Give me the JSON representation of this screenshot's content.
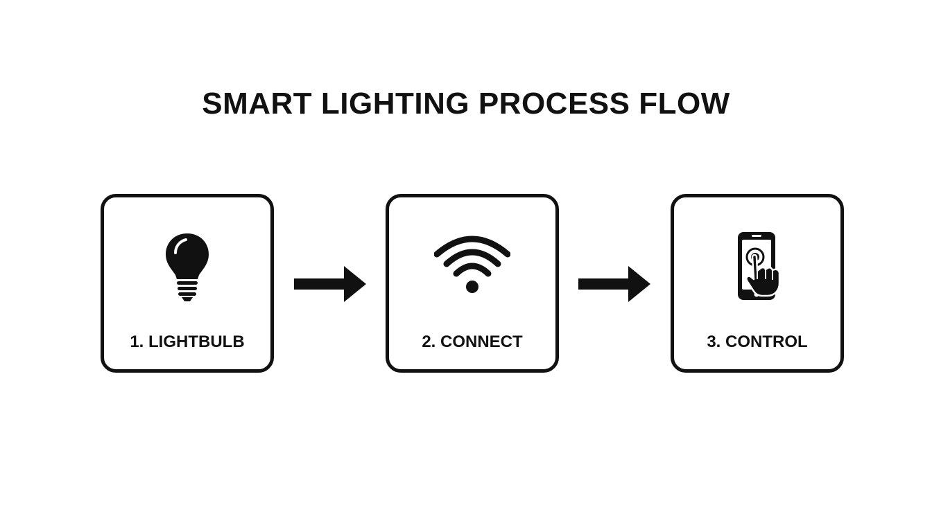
{
  "title": "SMART LIGHTING PROCESS FLOW",
  "steps": [
    {
      "label": "1. LIGHTBULB",
      "icon": "lightbulb-icon"
    },
    {
      "label": "2. CONNECT",
      "icon": "wifi-icon"
    },
    {
      "label": "3. CONTROL",
      "icon": "smartphone-touch-icon"
    }
  ],
  "colors": {
    "stroke": "#111111",
    "background": "#ffffff"
  }
}
